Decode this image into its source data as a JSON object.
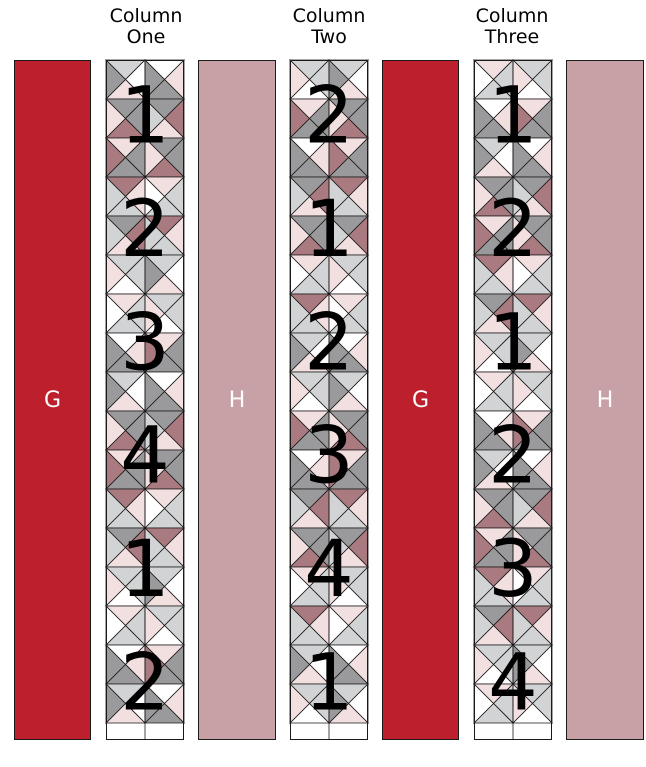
{
  "headers": [
    {
      "line1": "Column",
      "line2": "One"
    },
    {
      "line1": "Column",
      "line2": "Two"
    },
    {
      "line1": "Column",
      "line2": "Three"
    }
  ],
  "strips": [
    {
      "label": "G",
      "fabric": "#be1f2d"
    },
    {
      "label": "H",
      "fabric": "#c8a1a6"
    },
    {
      "label": "G",
      "fabric": "#be1f2d"
    },
    {
      "label": "H",
      "fabric": "#c8a1a6"
    }
  ],
  "columns": [
    {
      "blocks": [
        "1",
        "2",
        "3",
        "4",
        "1",
        "2"
      ]
    },
    {
      "blocks": [
        "2",
        "1",
        "2",
        "3",
        "4",
        "1"
      ]
    },
    {
      "blocks": [
        "1",
        "2",
        "1",
        "2",
        "3",
        "4"
      ]
    }
  ],
  "colors": {
    "light_gray": "#d2d3d5",
    "medium_gray": "#9a9a9c",
    "blush": "#f2dfe0",
    "rose": "#a97a7f",
    "white": "#ffffff"
  }
}
